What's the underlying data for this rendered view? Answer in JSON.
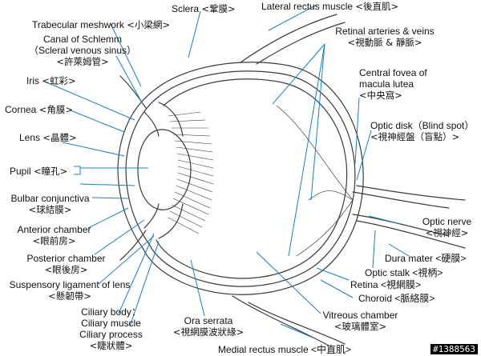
{
  "labels": {
    "sclera": {
      "en": "Sclera",
      "zh": "<鞏膜>"
    },
    "lateral_rectus": {
      "en": "Lateral rectus muscle",
      "zh": "<後直肌>"
    },
    "trabecular": {
      "en": "Trabecular meshwork",
      "zh": "<小梁網>"
    },
    "schlemm_1": "Canal of Schlemm",
    "schlemm_2": "（Scleral venous sinus）",
    "schlemm_3": "<許萊姆管>",
    "retinal_arteries": {
      "en": "Retinal arteries & veins",
      "zh": "<視動脈 & 靜脈>"
    },
    "iris": {
      "en": "Iris",
      "zh": "<虹彩>"
    },
    "fovea_1": "Central fovea of",
    "fovea_2": "macula lutea",
    "fovea_3": "<中央窩>",
    "cornea": {
      "en": "Cornea",
      "zh": "<角膜>"
    },
    "lens": {
      "en": "Lens",
      "zh": "<晶體>"
    },
    "optic_disk_1": "Optic disk（Blind spot）",
    "optic_disk_2": "<視神經盤（盲點）>",
    "pupil": {
      "en": "Pupil",
      "zh": "<瞳孔>"
    },
    "bulbar_1": "Bulbar conjunctiva",
    "bulbar_2": "<球結膜>",
    "optic_nerve_1": "Optic nerve",
    "optic_nerve_2": "<視神經>",
    "anterior_1": "Anterior chamber",
    "anterior_2": "<眼前房>",
    "dura": "Dura mater <硬膜>",
    "posterior_1": "Posterior chamber",
    "posterior_2": "<眼後房>",
    "optic_stalk": "Optic stalk <視柄>",
    "retina": "Retina <視網膜>",
    "suspensory_1": "Suspensory ligament of lens",
    "suspensory_2": "<懸韌帶>",
    "choroid": "Choroid <脈絡膜>",
    "ciliary_1": "Ciliary body：",
    "ciliary_2": "Ciliary muscle",
    "ciliary_3": "Ciliary process",
    "ciliary_4": "<睫狀體>",
    "ora_1": "Ora serrata",
    "ora_2": "<視網膜波狀緣>",
    "vitreous_1": "Vitreous chamber",
    "vitreous_2": "<玻璃體室>",
    "medial_rectus": "Medial rectus muscle <中直肌>"
  },
  "watermark": "#1388563",
  "colors": {
    "leader": "#1a7fc1",
    "ink": "#3a3a3a",
    "text": "#111111"
  }
}
